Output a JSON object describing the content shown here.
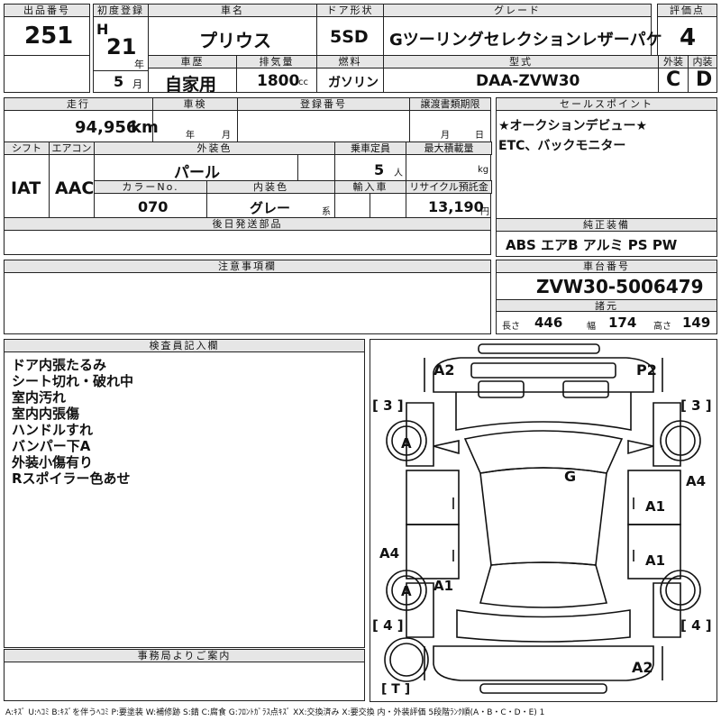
{
  "header": {
    "lot_label": "出品番号",
    "lot": "251",
    "reg_label": "初度登録",
    "reg_era": "H",
    "reg_year": "21",
    "reg_year_unit": "年",
    "reg_month": "5",
    "reg_month_unit": "月",
    "name_label": "車名",
    "name": "プリウス",
    "door_label": "ドア形状",
    "door": "5SD",
    "grade_label": "グレード",
    "grade": "Gツーリングセレクションレザーパケ",
    "score_label": "評価点",
    "score": "4",
    "history_label": "車歴",
    "history": "自家用",
    "disp_label": "排気量",
    "disp": "1800",
    "disp_unit": "cc",
    "fuel_label": "燃料",
    "fuel": "ガソリン",
    "model_label": "型式",
    "model": "DAA-ZVW30",
    "ext_label": "外装",
    "ext": "C",
    "int_label": "内装",
    "int": "D"
  },
  "row2": {
    "mileage_label": "走行",
    "mileage": "94,956",
    "mileage_unit": "km",
    "inspection_label": "車検",
    "insp_year_unit": "年",
    "insp_month_unit": "月",
    "regno_label": "登録番号",
    "transfer_label": "譲渡書類期限",
    "transfer_month_unit": "月",
    "transfer_day_unit": "日",
    "sales_label": "セールスポイント",
    "sales_1": "★オークションデビュー★",
    "sales_2": "ETC、バックモニター"
  },
  "row3": {
    "shift_label": "シフト",
    "shift": "IAT",
    "ac_label": "エアコン",
    "ac": "AAC",
    "color_label": "外装色",
    "color": "パール",
    "seats_label": "乗車定員",
    "seats": "5",
    "seats_unit": "人",
    "load_label": "最大積載量",
    "load_unit": "kg",
    "colorno_label": "カラーNo.",
    "colorno": "070",
    "intcolor_label": "内装色",
    "intcolor": "グレー",
    "intcolor_suffix": "系",
    "import_label": "輸入車",
    "recycle_label": "リサイクル預託金",
    "recycle": "13,190",
    "recycle_unit": "円"
  },
  "parts": {
    "later_label": "後日発送部品",
    "equip_label": "純正装備",
    "equip": "ABS エアB アルミ PS PW"
  },
  "notes": {
    "label": "注意事項欄"
  },
  "chassis": {
    "label": "車台番号",
    "number": "ZVW30-5006479",
    "dim_label": "諸元",
    "len_label": "長さ",
    "len": "446",
    "wid_label": "幅",
    "wid": "174",
    "hgt_label": "高さ",
    "hgt": "149"
  },
  "inspector": {
    "label": "検査員記入欄",
    "lines": [
      "ドア内張たるみ",
      "シート切れ・破れ中",
      "室内汚れ",
      "室内内張傷",
      "ハンドルすれ",
      "バンパー下A",
      "外装小傷有り",
      "Rスポイラー色あせ"
    ]
  },
  "office": {
    "label": "事務局よりご案内"
  },
  "diagram": {
    "marks": {
      "a2_front": "A2",
      "p2_front": "P2",
      "bracket_tl": "[ 3 ]",
      "bracket_tr": "[ 3 ]",
      "tire_fl": "A",
      "g_windshield": "G",
      "a4_right": "A4",
      "a1_r_front": "A1",
      "a4_left": "A4",
      "a1_r_rear": "A1",
      "a1_l_rear": "A1",
      "tire_rl": "A",
      "bracket_bl": "[ 4 ]",
      "bracket_br": "[ 4 ]",
      "a2_rear": "A2",
      "t_label": "[ T ]"
    }
  },
  "legend": "A:ｷｽﾞ U:ﾍｺﾐ B:ｷｽﾞを伴うﾍｺﾐ P:要塗装 W:補修跡 S:錆 C:腐食 G:ﾌﾛﾝﾄｶﾞﾗｽ点ｷｽﾞ XX:交換済み X:要交換 内・外装評価 5段階ﾗﾝｸ順(A・B・C・D・E) 1"
}
